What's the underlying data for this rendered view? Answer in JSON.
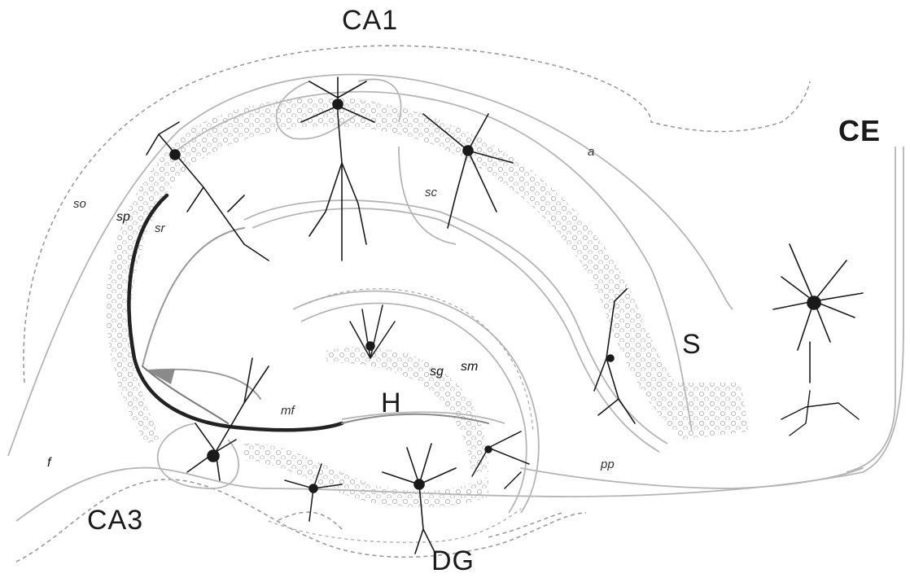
{
  "diagram": {
    "regions": {
      "ca1": "CA1",
      "ce": "CE",
      "ca3": "CA3",
      "dg": "DG",
      "s": "S",
      "h": "H"
    },
    "layers": {
      "so": "so",
      "sp": "sp",
      "sr": "sr",
      "sc": "sc",
      "a": "a",
      "sg": "sg",
      "sm": "sm",
      "mf": "mf",
      "pp": "pp",
      "f": "f"
    },
    "colors": {
      "ink": "#1a1a1a",
      "outline": "#b5b5b5",
      "dashed": "#9a9a9a",
      "cell_fill": "#d6d6d6",
      "highlight": "#8a8a8a"
    }
  }
}
